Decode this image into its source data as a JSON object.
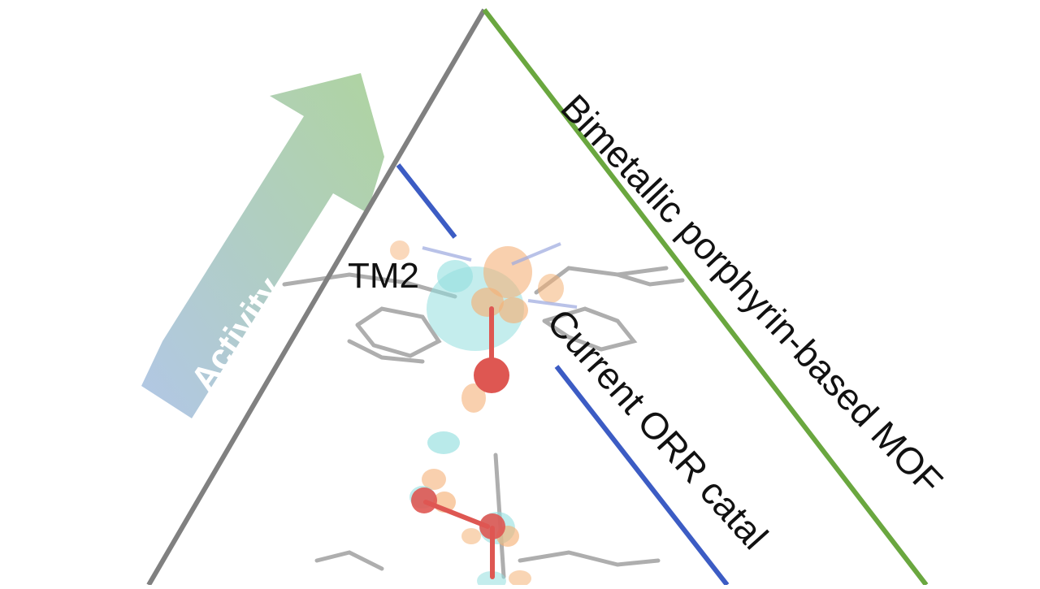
{
  "diagram": {
    "labels": {
      "activity": "Activity",
      "tm2": "TM2",
      "current_catalysts": "Current ORR catal",
      "mof": "Bimetallic porphyrin-based MOF"
    },
    "colors": {
      "pyramid_left_edge": "#808080",
      "pyramid_right_edge": "#6aa73f",
      "current_catalyst_lines": "#3c5cc4",
      "arrow_start": "#a9c1e3",
      "arrow_end": "#a6cf95",
      "isosurface_positive": "#7fd8d8",
      "isosurface_negative": "#f3a45f",
      "oxygen_atom": "#d93a35",
      "molecular_framework": "#9a9a9a"
    },
    "icons": [
      "activity-arrow-icon",
      "porphyrin-molecule-icon",
      "oxygen-atom-icon"
    ]
  }
}
